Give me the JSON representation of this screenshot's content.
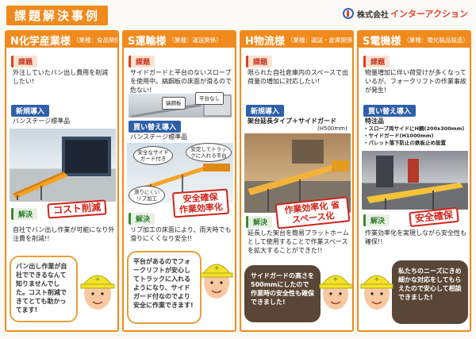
{
  "header": {
    "title": "課題解決事例",
    "logo_prefix": "株式会社",
    "logo_name": "インターアクション"
  },
  "labels": {
    "issue": "課題",
    "intro": "新規導入",
    "replace": "買い替え導入",
    "solution": "解決"
  },
  "columns": [
    {
      "name": "N化学産業様",
      "type": "（業種：食品関係）",
      "issue": "外注していたバン出し費用を削減したい!",
      "product": "バンステージ標準品",
      "banner": "コスト削減",
      "solution": "自社でバン出し作業が可能になり外注費を削減!!",
      "bubble": "バン出し作業が自社でできるなんて知りませんでした。コスト削減できてとても助かってます!"
    },
    {
      "name": "S運輸様",
      "type": "（業種：運送関係）",
      "issue": "サイドガードと平台のないスロープを使用中。縞鋼板の床面が滑るので危ない!",
      "callout1": "縞鋼板",
      "callout2": "平台なし",
      "product": "バンステージ標準品",
      "callout3": "安全なサイドガード付き",
      "callout4": "安定してトラックに入れる平台",
      "callout5": "滑りにくいリブ加工",
      "banner": "安全確保 作業効率化",
      "solution": "リブ加工の床面により、雨天時でも滑りにくくなり安全!!",
      "bubble": "平台があるのでフォークリフトが安心してトラックに入れるようになり、サイドガード付なのでより安全に作業できます!"
    },
    {
      "name": "H物流様",
      "type": "（業種：運送・倉庫関係）",
      "issue": "限られた自社倉庫内のスペースで出荷量の増加に対応したい!",
      "product": "架台延長タイプ＋サイドガード",
      "product_note": "(H500mm)",
      "banner": "作業効率化 省スペース化",
      "solution": "延長した架台を簡易プラットホームとして使用することで作業スペースを拡大することができた!!",
      "bubble": "サイドガードの高さを500mmにしたので作業時の安全性も確保できました!"
    },
    {
      "name": "S電機様",
      "type": "（業種：電化製品製造）",
      "issue": "物量増加に伴い荷受けが多くなっているが、フォークリフトの作業事故が発生!",
      "product": "特注品",
      "specs": [
        "・スロープ両サイドにH鋼(200x300mm)",
        "・サイドガード(H1000mm)",
        "・パレット落下防止の鉄板止め設置"
      ],
      "banner": "安全確保",
      "solution": "作業効率化を実現しながら安全性も確保!!",
      "bubble": "私たちのニーズにきめ細かな対応をしてもらえたので安心して相談できました!"
    }
  ]
}
